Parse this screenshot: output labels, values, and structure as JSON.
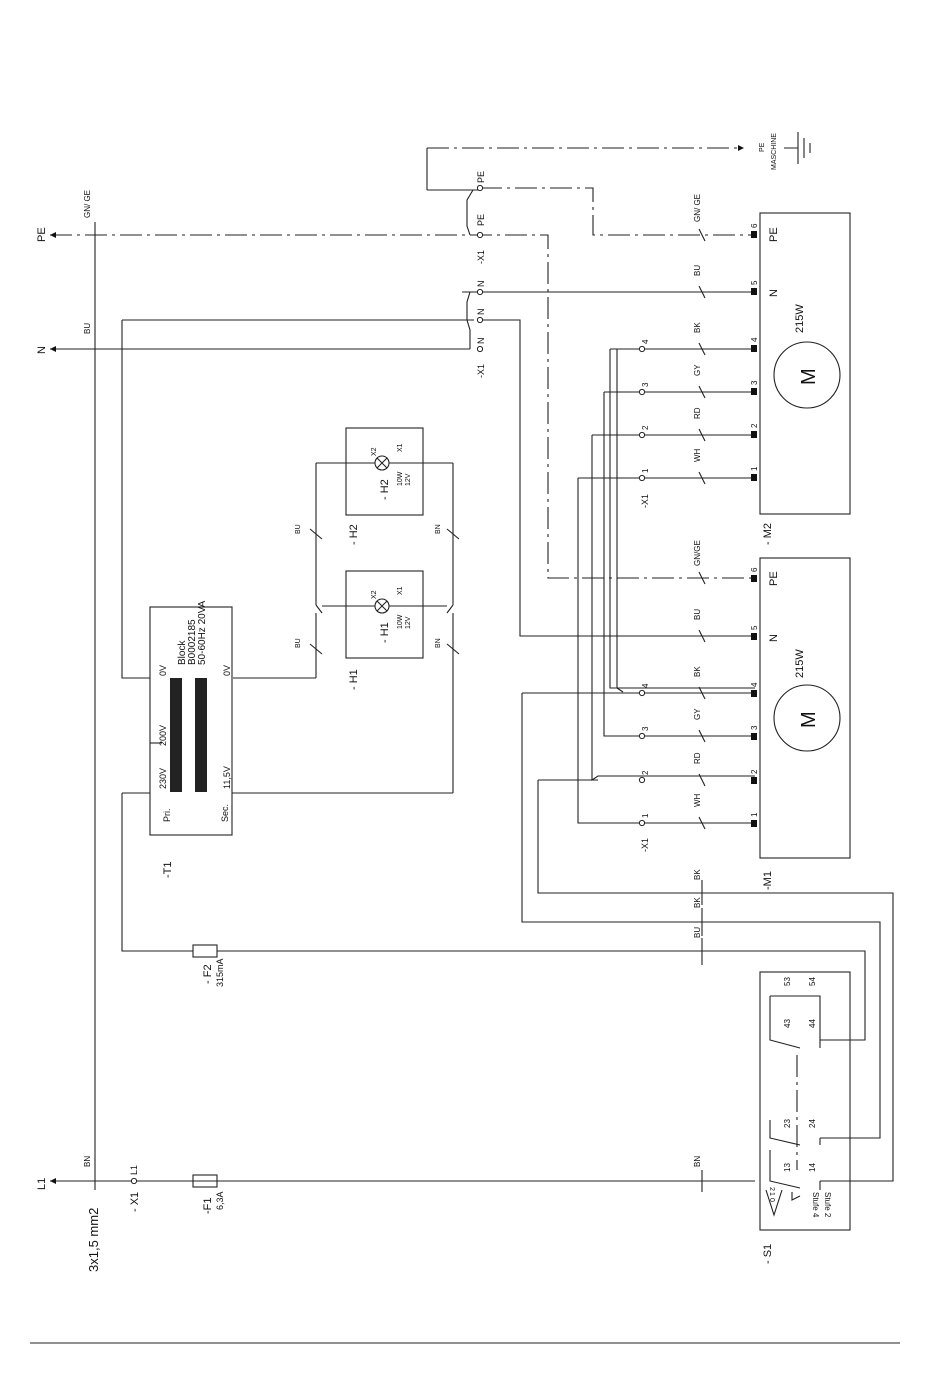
{
  "wiring": {
    "supply": {
      "pe": "PE",
      "n": "N",
      "l1": "L1",
      "cable": "3x1,5 mm2"
    },
    "wire_colors": {
      "gnge_space": "GN/ GE",
      "gnge": "GN/GE",
      "bu": "BU",
      "bn": "BN",
      "bk": "BK",
      "gy": "GY",
      "rd": "RD",
      "wh": "WH"
    },
    "x1": {
      "label": "-X1",
      "label_spaced": "- X1",
      "l1_term": "L1",
      "pe_term": "PE",
      "n_term": "N"
    },
    "earth": {
      "pe": "PE",
      "maschine": "MASCHINE"
    },
    "t1": {
      "label": "-T1",
      "name": "Block",
      "part": "B0002185",
      "spec": "50-60Hz 20VA",
      "zero_v": "0V",
      "v200": "200V",
      "v230": "230V",
      "v115": "11,5V",
      "pri": "Pri.",
      "sec": "Sec."
    },
    "h1": {
      "label": "- H1",
      "x1": "X1",
      "x2": "X2",
      "watt": "10W",
      "volt": "12V"
    },
    "h2": {
      "label": "- H2",
      "x1": "X1",
      "x2": "X2",
      "watt": "10W",
      "volt": "12V"
    },
    "m1": {
      "label": "-M1",
      "power": "215W",
      "symbol": "M",
      "pe": "PE",
      "n": "N"
    },
    "m2": {
      "label": "- M2",
      "power": "215W",
      "symbol": "M",
      "pe": "PE",
      "n": "N"
    },
    "terminals": {
      "t1": "1",
      "t2": "2",
      "t3": "3",
      "t4": "4",
      "t5": "5",
      "t6": "6"
    },
    "f1": {
      "label": "-F1",
      "rating": "6,3A"
    },
    "f2": {
      "label": "- F2",
      "rating": "315mA"
    },
    "s1": {
      "label": "- S1",
      "c13": "13",
      "c14": "14",
      "c23": "23",
      "c24": "24",
      "c43": "43",
      "c44": "44",
      "c53": "53",
      "c54": "54",
      "stufe2": "Stufe 2",
      "stufe4": "Stufe 4",
      "pos0": "0",
      "pos1": "1",
      "pos2": "2"
    }
  }
}
